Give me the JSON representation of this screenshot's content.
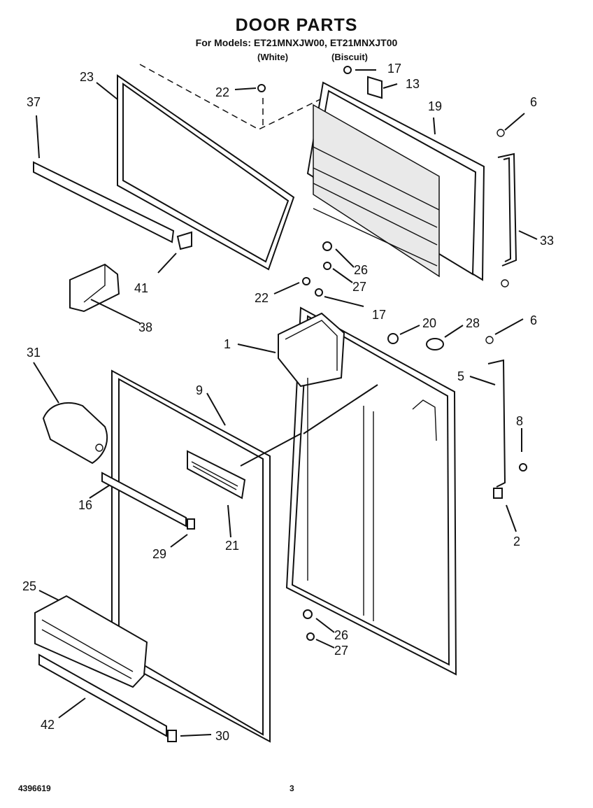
{
  "header": {
    "title": "DOOR PARTS",
    "models": "For Models:  ET21MNXJW00, ET21MNXJT00",
    "variant_white": "(White)",
    "variant_biscuit": "(Biscuit)"
  },
  "callouts": [
    "23",
    "22",
    "17",
    "13",
    "37",
    "19",
    "6",
    "33",
    "41",
    "26",
    "27",
    "38",
    "22",
    "17",
    "20",
    "28",
    "6",
    "1",
    "31",
    "9",
    "5",
    "8",
    "16",
    "21",
    "2",
    "29",
    "25",
    "26",
    "27",
    "42",
    "30"
  ],
  "footer": {
    "doc_number": "4396619",
    "page_number": "3"
  }
}
